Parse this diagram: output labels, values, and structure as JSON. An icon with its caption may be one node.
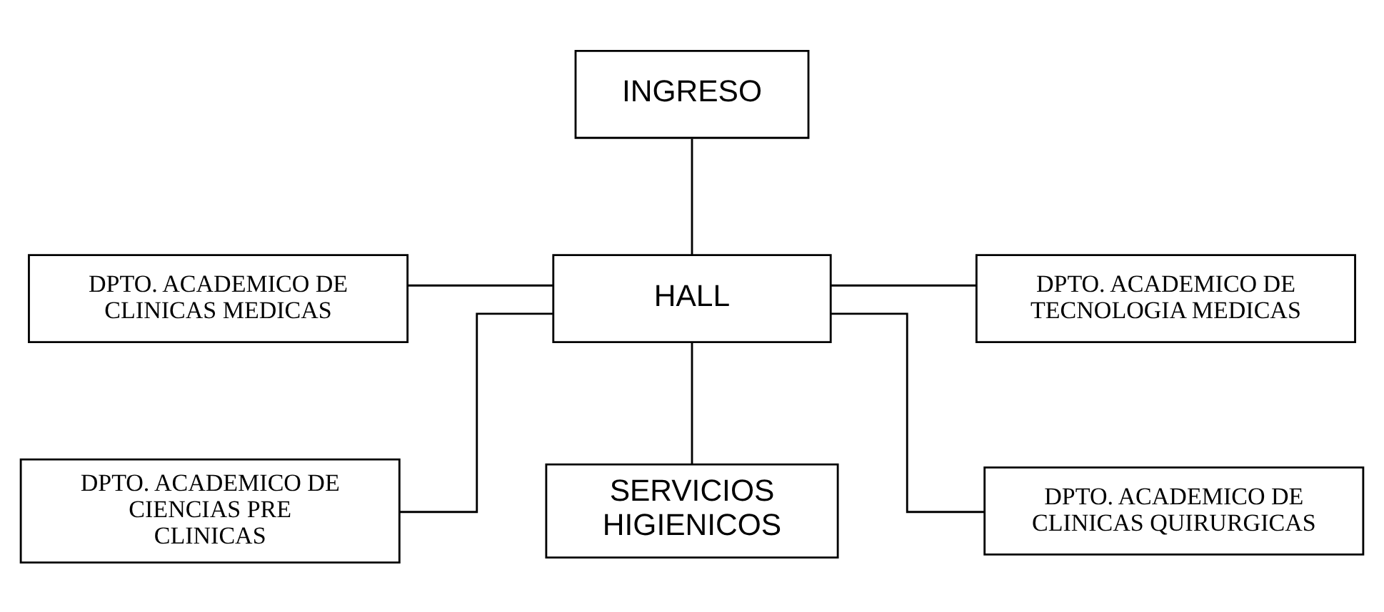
{
  "diagram": {
    "nodes": [
      {
        "text": [
          "INGRESO"
        ]
      },
      {
        "text": [
          "DPTO. ACADEMICO DE CLINICAS MEDICAS"
        ]
      },
      {
        "text": [
          "HALL"
        ]
      },
      {
        "text": [
          "DPTO. ACADEMICO DE TECNOLOGIA MEDICAS"
        ]
      },
      {
        "text": [
          "DPTO. ACADEMICO DE CIENCIAS PRE CLINICAS"
        ]
      },
      {
        "text": [
          "SERVICIOS HIGIENICOS"
        ]
      },
      {
        "text": [
          "DPTO. ACADEMICO DE CLINICAS QUIRURGICAS"
        ]
      }
    ],
    "edges": [
      {
        "from": 0,
        "to": 2,
        "arrow": "none"
      },
      {
        "from": 1,
        "to": 2,
        "arrow": "none"
      },
      {
        "from": 2,
        "to": 3,
        "arrow": "none"
      },
      {
        "from": 2,
        "to": 4,
        "arrow": "none"
      },
      {
        "from": 2,
        "to": 5,
        "arrow": "none"
      },
      {
        "from": 2,
        "to": 6,
        "arrow": "none"
      }
    ]
  }
}
